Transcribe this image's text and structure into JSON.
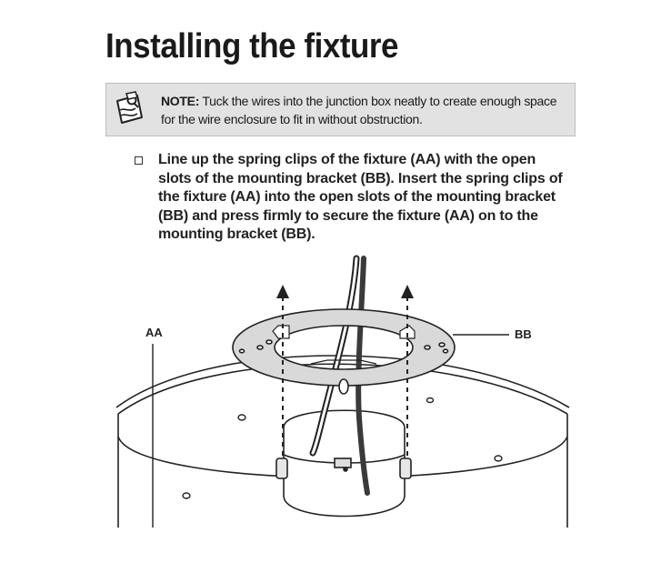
{
  "heading": {
    "title": "Installing the fixture"
  },
  "note": {
    "icon": "pushpin-note-icon",
    "label": "NOTE:",
    "text": " Tuck the wires into the junction box neatly to create enough space for the wire enclosure to fit in without obstruction."
  },
  "step": {
    "text": "Line up the spring clips of the fixture (AA) with the open slots of the mounting bracket (BB). Insert the spring clips of the fixture (AA) into the open slots of the mounting bracket (BB) and press firmly to secure the fixture (AA) on to the mounting bracket (BB)."
  },
  "diagram": {
    "callouts": {
      "fixture": "AA",
      "bracket": "BB"
    }
  }
}
